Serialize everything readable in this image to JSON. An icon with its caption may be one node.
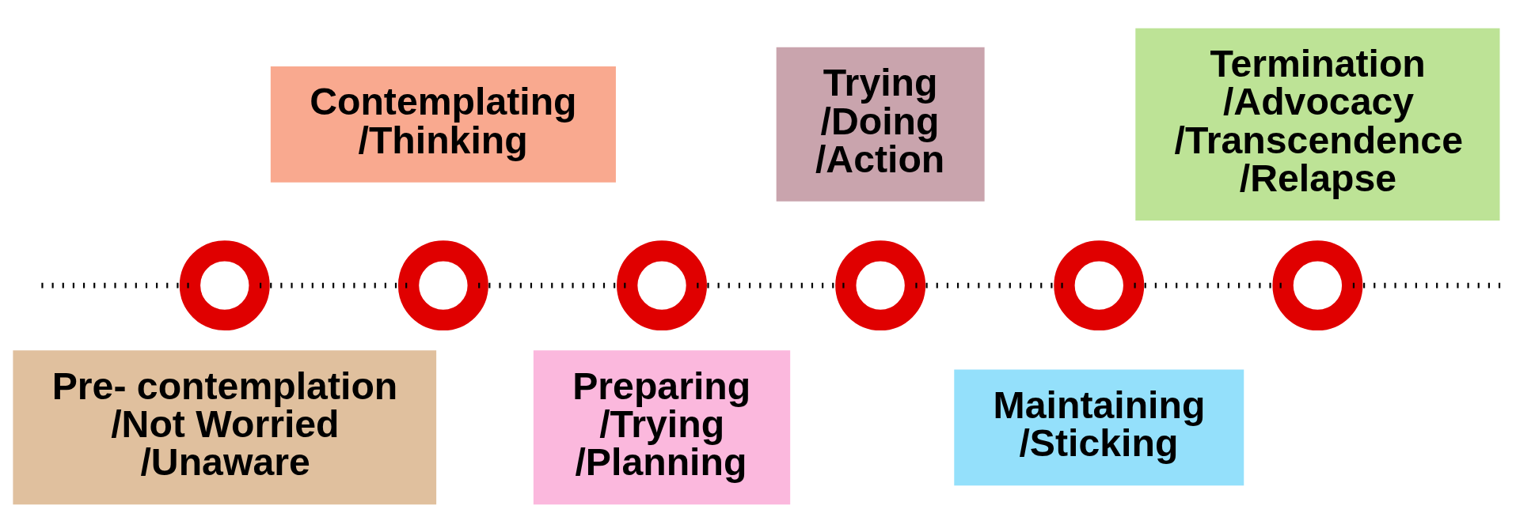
{
  "diagram": {
    "nodes": [
      {
        "text": [
          "Pre- contemplation /Not Worried /Unaware"
        ]
      },
      {
        "text": [
          "Contemplating /Thinking"
        ]
      },
      {
        "text": [
          "Preparing /Trying /Planning"
        ]
      },
      {
        "text": [
          "Trying /Doing /Action"
        ]
      },
      {
        "text": [
          "Maintaining /Sticking"
        ]
      },
      {
        "text": [
          "Termination /Advocacy /Transcendence /Relapse"
        ]
      },
      {
        "text": [],
        "shape": "circle"
      },
      {
        "text": [],
        "shape": "circle"
      },
      {
        "text": [],
        "shape": "circle"
      },
      {
        "text": [],
        "shape": "circle"
      },
      {
        "text": [],
        "shape": "circle"
      },
      {
        "text": [],
        "shape": "circle"
      }
    ],
    "edges": [
      {
        "from": null,
        "to": 6,
        "arrow": "none",
        "style": "dashed"
      },
      {
        "from": 6,
        "to": 7,
        "arrow": "none",
        "style": "dashed"
      },
      {
        "from": 7,
        "to": 8,
        "arrow": "none",
        "style": "dashed"
      },
      {
        "from": 8,
        "to": 9,
        "arrow": "none",
        "style": "dashed"
      },
      {
        "from": 9,
        "to": 10,
        "arrow": "none",
        "style": "dashed"
      },
      {
        "from": 10,
        "to": 11,
        "arrow": "none",
        "style": "dashed"
      },
      {
        "from": 11,
        "to": null,
        "arrow": "none",
        "style": "dashed"
      }
    ]
  }
}
